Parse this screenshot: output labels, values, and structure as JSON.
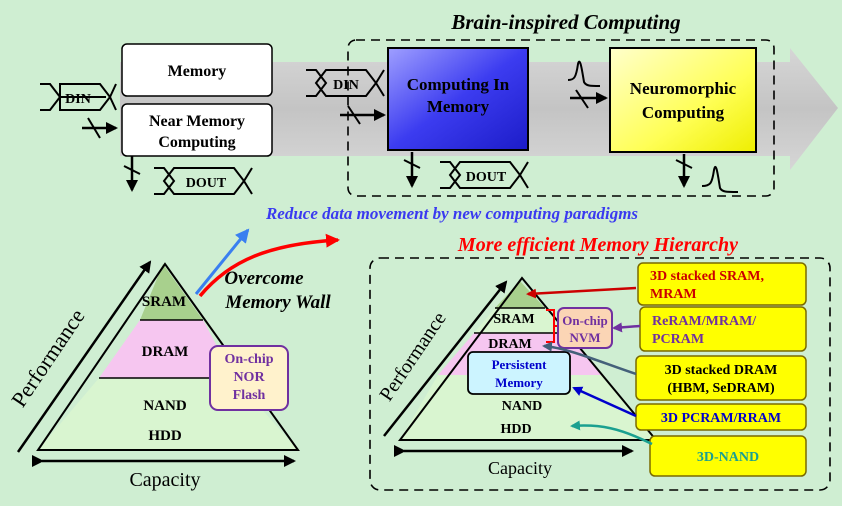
{
  "colors": {
    "background": "#cfeed2",
    "arrow_band": "#c8c8c8",
    "cim_blue": "#3c3cf0",
    "neuro_yellow": "#ffff66",
    "sram_green": "#a8d08d",
    "dram_pink": "#f6c6f0",
    "nand_green": "#d9f5d0",
    "callout_yellow": "#ffff00",
    "nor_box": "#fff2cc",
    "reduce_text": "#3a3af0",
    "hierarchy_text": "#ff0000",
    "dark_red": "#cc0000"
  },
  "top": {
    "section_title": "Brain-inspired Computing",
    "memory_label": "Memory",
    "near_memory_label": "Near Memory Computing",
    "cim_label": "Computing In Memory",
    "neuro_label": "Neuromorphic Computing",
    "din": "DIN",
    "dout": "DOUT"
  },
  "middle": {
    "reduce_text": "Reduce data movement by new computing paradigms",
    "hierarchy_text": "More efficient Memory Hierarchy",
    "overcome_line1": "Overcome",
    "overcome_line2": "Memory Wall"
  },
  "left_pyramid": {
    "sram": "SRAM",
    "dram": "DRAM",
    "nand": "NAND",
    "hdd": "HDD",
    "nor_flash": [
      "On-chip",
      "NOR",
      "Flash"
    ],
    "performance": "Performance",
    "capacity": "Capacity"
  },
  "right_pyramid": {
    "sram": "SRAM",
    "dram": "DRAM",
    "nand": "NAND",
    "hdd": "HDD",
    "nvm": [
      "On-chip",
      "NVM"
    ],
    "persistent": [
      "Persistent",
      "Memory"
    ],
    "performance": "Performance",
    "capacity": "Capacity"
  },
  "callouts": [
    [
      "3D stacked SRAM,",
      "MRAM"
    ],
    [
      "ReRAM/MRAM/",
      "PCRAM"
    ],
    [
      "3D stacked DRAM",
      "(HBM, SeDRAM)"
    ],
    [
      "3D PCRAM/RRAM"
    ],
    [
      "3D-NAND"
    ]
  ]
}
